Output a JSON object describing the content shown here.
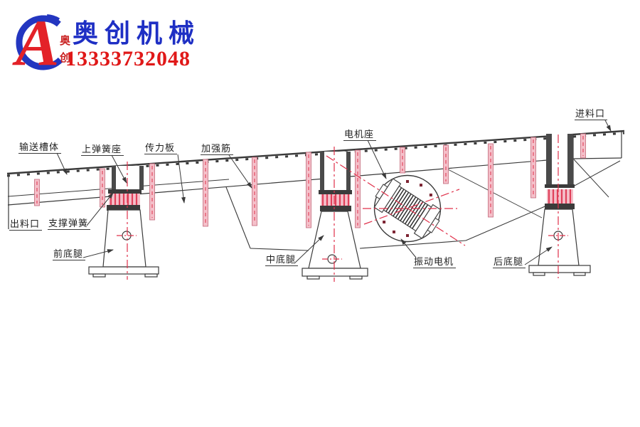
{
  "brand": {
    "logo_letter": "A",
    "seal_chars": [
      "奥",
      "创"
    ],
    "company_name": "奥创机械",
    "phone": "13333732048"
  },
  "labels": [
    {
      "id": "trough-body",
      "text": "输送槽体"
    },
    {
      "id": "upper-spring-seat",
      "text": "上弹簧座"
    },
    {
      "id": "force-plate",
      "text": "传力板"
    },
    {
      "id": "rib",
      "text": "加强筋"
    },
    {
      "id": "motor-mount",
      "text": "电机座"
    },
    {
      "id": "feed-inlet",
      "text": "进料口"
    },
    {
      "id": "discharge-outlet",
      "text": "出料口"
    },
    {
      "id": "support-spring",
      "text": "支撑弹簧"
    },
    {
      "id": "front-leg",
      "text": "前底腿"
    },
    {
      "id": "middle-leg",
      "text": "中底腿"
    },
    {
      "id": "vibration-motor",
      "text": "振动电机"
    },
    {
      "id": "rear-leg",
      "text": "后底腿"
    }
  ],
  "colors": {
    "drawing_line": "#3a3a3a",
    "spring_pink": "#f4bfc9",
    "red_centerline": "#e0304a",
    "bolt_maroon": "#7d2433",
    "brand_blue": "#1e2fc4",
    "brand_red": "#e01818",
    "logo_red": "#e32228",
    "logo_blue": "#2336c0"
  }
}
